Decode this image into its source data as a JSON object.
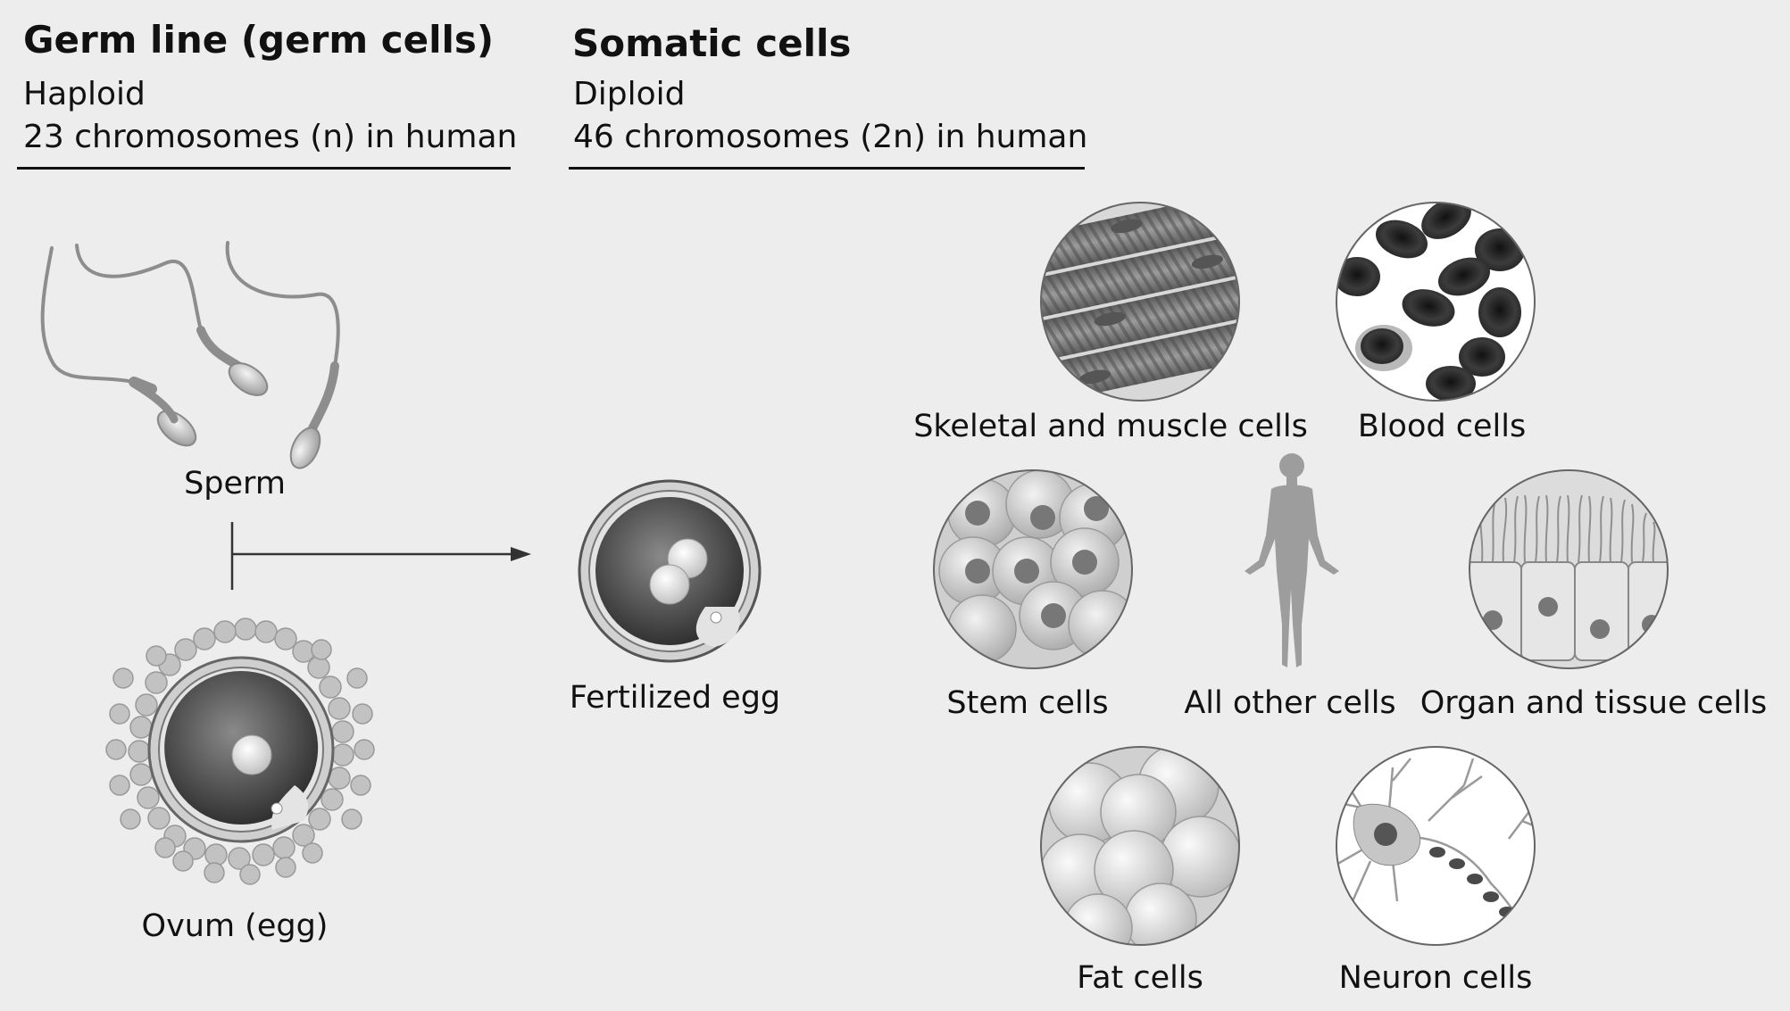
{
  "germ": {
    "title": "Germ line (germ cells)",
    "ploidy": "Haploid",
    "count": "23 chromosomes (n) in human"
  },
  "somatic": {
    "title": "Somatic cells",
    "ploidy": "Diploid",
    "count": "46 chromosomes (2n) in human"
  },
  "labels": {
    "sperm": "Sperm",
    "ovum": "Ovum (egg)",
    "fertilized": "Fertilized egg",
    "skeletal": "Skeletal and muscle cells",
    "blood": "Blood cells",
    "stem": "Stem cells",
    "other": "All other cells",
    "organ": "Organ and tissue cells",
    "fat": "Fat cells",
    "neuron": "Neuron cells"
  }
}
